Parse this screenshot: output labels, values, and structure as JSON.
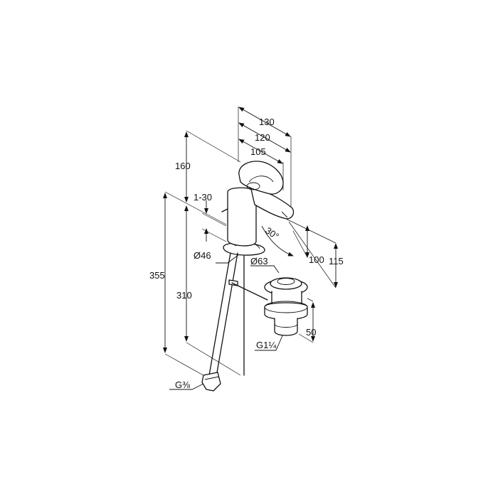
{
  "dimensions": {
    "width_130": "130",
    "width_120": "120",
    "width_105": "105",
    "height_160": "160",
    "lever_travel": "1-30",
    "base_diameter": "Ø46",
    "spout_angle": "30°",
    "height_100": "100",
    "height_115": "115",
    "waste_diameter": "Ø63",
    "total_355": "355",
    "hose_310": "310",
    "waste_depth_50": "50",
    "waste_thread": "G1¼",
    "hose_thread": "G⅜"
  }
}
